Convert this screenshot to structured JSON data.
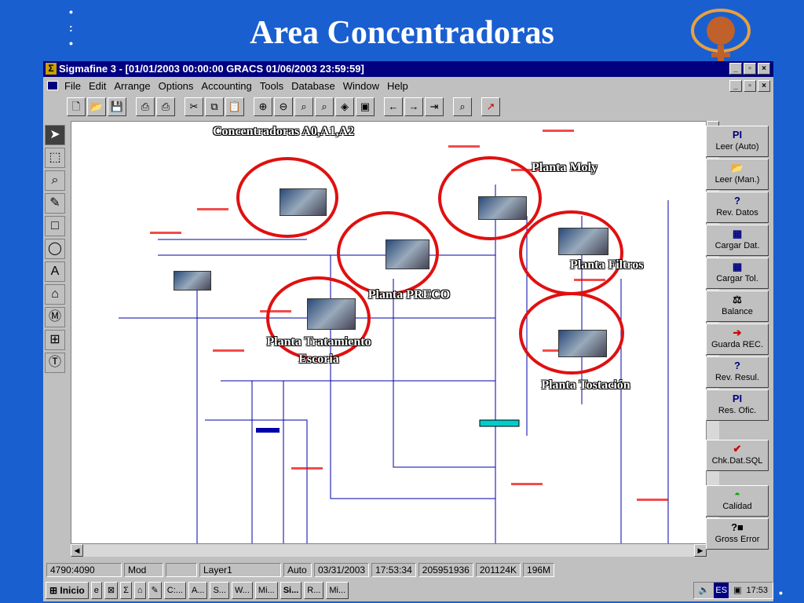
{
  "slide": {
    "title": "Area Concentradoras"
  },
  "window": {
    "title": "Sigmafine 3 - [01/01/2003 00:00:00  GRACS  01/06/2003 23:59:59]"
  },
  "menu": [
    "File",
    "Edit",
    "Arrange",
    "Options",
    "Accounting",
    "Tools",
    "Database",
    "Window",
    "Help"
  ],
  "plants": [
    {
      "label": "Concentradoras A0,A1,A2"
    },
    {
      "label": "Planta Moly"
    },
    {
      "label": "Planta PRECO"
    },
    {
      "label": "Planta Filtros"
    },
    {
      "label": "Planta Tratamiento Escoria"
    },
    {
      "label": "Planta Tostación"
    }
  ],
  "right_panel": [
    {
      "label": "Leer (Auto)",
      "icon": "pi-icon"
    },
    {
      "label": "Leer (Man.)",
      "icon": "folder-icon"
    },
    {
      "label": "Rev. Datos",
      "icon": "help-icon"
    },
    {
      "label": "Cargar Dat.",
      "icon": "grid-icon"
    },
    {
      "label": "Cargar Tol.",
      "icon": "grid-icon"
    },
    {
      "label": "Balance",
      "icon": "scale-icon"
    },
    {
      "label": "Guarda REC.",
      "icon": "save-icon"
    },
    {
      "label": "Rev. Resul.",
      "icon": "help-icon"
    },
    {
      "label": "Res. Ofic.",
      "icon": "pi-icon"
    },
    {
      "label": "Chk.Dat.SQL",
      "icon": "check-icon"
    },
    {
      "label": "Calidad",
      "icon": "gauge-icon"
    },
    {
      "label": "Gross Error",
      "icon": "error-icon"
    }
  ],
  "status": [
    "4790:4090",
    "Mod",
    "",
    "Layer1",
    "Auto",
    "03/31/2003",
    "17:53:34",
    "205951936",
    "201124K",
    "196M"
  ],
  "taskbar": {
    "start": "Inicio",
    "items": [
      "C:...",
      "A...",
      "S...",
      "W...",
      "Mi...",
      "Si...",
      "R...",
      "Mi..."
    ],
    "lang": "ES",
    "clock": "17:53"
  }
}
